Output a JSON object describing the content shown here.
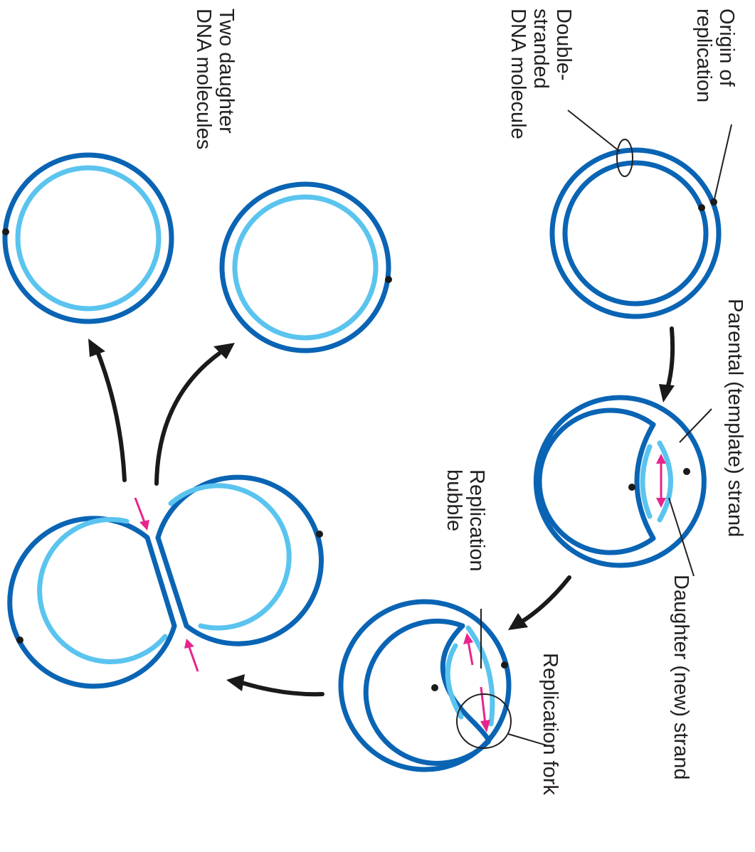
{
  "labels": {
    "origin": [
      "Origin of",
      "replication"
    ],
    "double_stranded": [
      "Double-",
      "stranded",
      "DNA molecule"
    ],
    "parental": "Parental (template) strand",
    "daughter_new": "Daughter (new) strand",
    "replication_bubble": [
      "Replication",
      "bubble"
    ],
    "replication_fork": "Replication fork",
    "two_daughter": [
      "Two daughter",
      "DNA molecules"
    ]
  },
  "colors": {
    "parental_strand": "#0a64b4",
    "daughter_strand": "#5ac4ef",
    "direction_arrows": "#e8248c",
    "step_arrows": "#1a1a1a"
  }
}
